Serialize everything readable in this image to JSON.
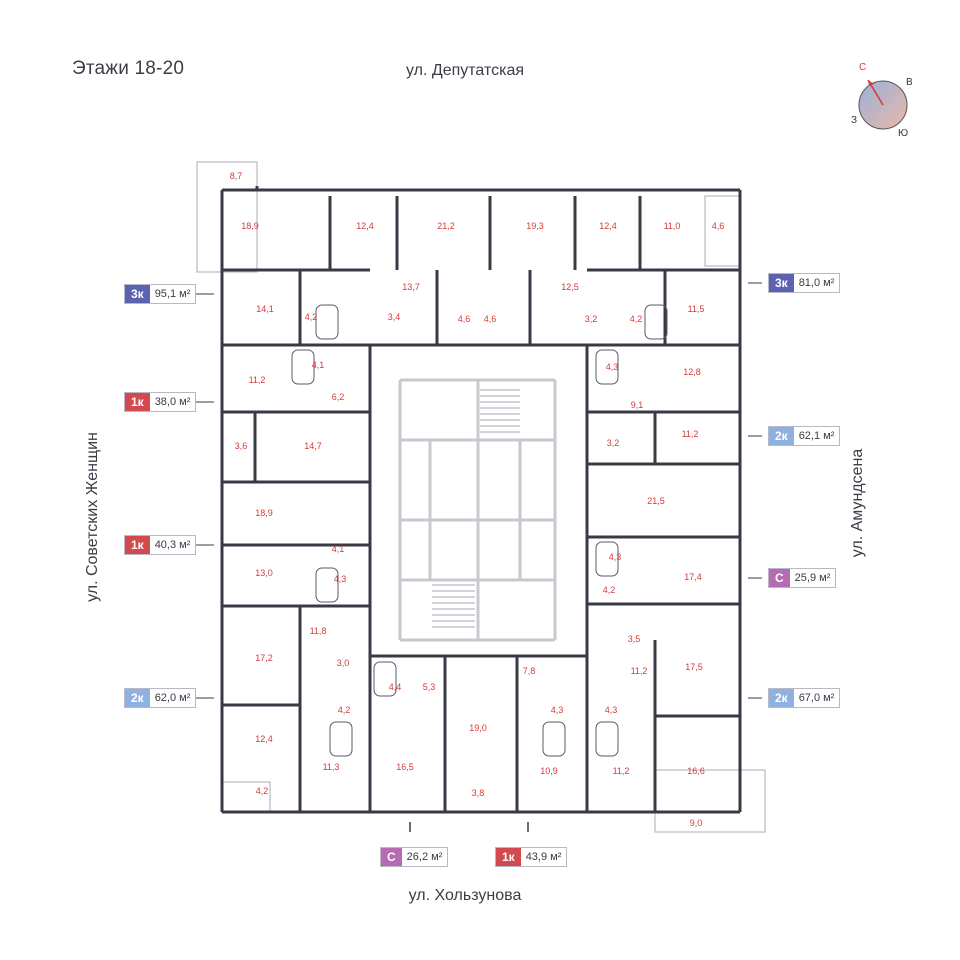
{
  "title": "Этажи 18-20",
  "streets": {
    "top": "ул. Депутатская",
    "bottom": "ул. Хользунова",
    "left": "ул. Советских Женщин",
    "right": "ул. Амундсена"
  },
  "compass": {
    "north": "С",
    "east": "В",
    "south": "Ю",
    "west": "З"
  },
  "colors": {
    "3k": "#5b62b0",
    "2k": "#8fb1df",
    "1k": "#d24a4f",
    "studio": "#b56ab1",
    "room_label": "#d33a3a",
    "wall": "#3a3a44"
  },
  "apartments": [
    {
      "type": "3к",
      "area": "95,1 м²",
      "kind": "3k"
    },
    {
      "type": "1к",
      "area": "38,0 м²",
      "kind": "1k"
    },
    {
      "type": "1к",
      "area": "40,3 м²",
      "kind": "1k"
    },
    {
      "type": "2к",
      "area": "62,0 м²",
      "kind": "2k"
    },
    {
      "type": "3к",
      "area": "81,0 м²",
      "kind": "3k"
    },
    {
      "type": "2к",
      "area": "62,1 м²",
      "kind": "2k"
    },
    {
      "type": "С",
      "area": "25,9 м²",
      "kind": "studio"
    },
    {
      "type": "2к",
      "area": "67,0 м²",
      "kind": "2k"
    },
    {
      "type": "С",
      "area": "26,2 м²",
      "kind": "studio"
    },
    {
      "type": "1к",
      "area": "43,9 м²",
      "kind": "1k"
    }
  ],
  "rooms": [
    "8,7",
    "18,9",
    "12,4",
    "21,2",
    "19,3",
    "12,4",
    "11,0",
    "4,6",
    "14,1",
    "4,2",
    "3,4",
    "13,7",
    "4,6",
    "4,6",
    "12,5",
    "3,2",
    "4,2",
    "11,5",
    "11,2",
    "4,1",
    "6,2",
    "12,8",
    "4,3",
    "9,1",
    "3,6",
    "14,7",
    "11,2",
    "3,2",
    "18,9",
    "21,5",
    "4,1",
    "13,0",
    "4,3",
    "4,3",
    "17,4",
    "4,2",
    "11,8",
    "3,5",
    "17,2",
    "3,0",
    "17,5",
    "11,2",
    "4,4",
    "5,3",
    "7,8",
    "4,2",
    "4,3",
    "4,3",
    "19,0",
    "12,4",
    "11,3",
    "16,5",
    "10,9",
    "11,2",
    "16,6",
    "4,2",
    "3,8",
    "9,0"
  ]
}
